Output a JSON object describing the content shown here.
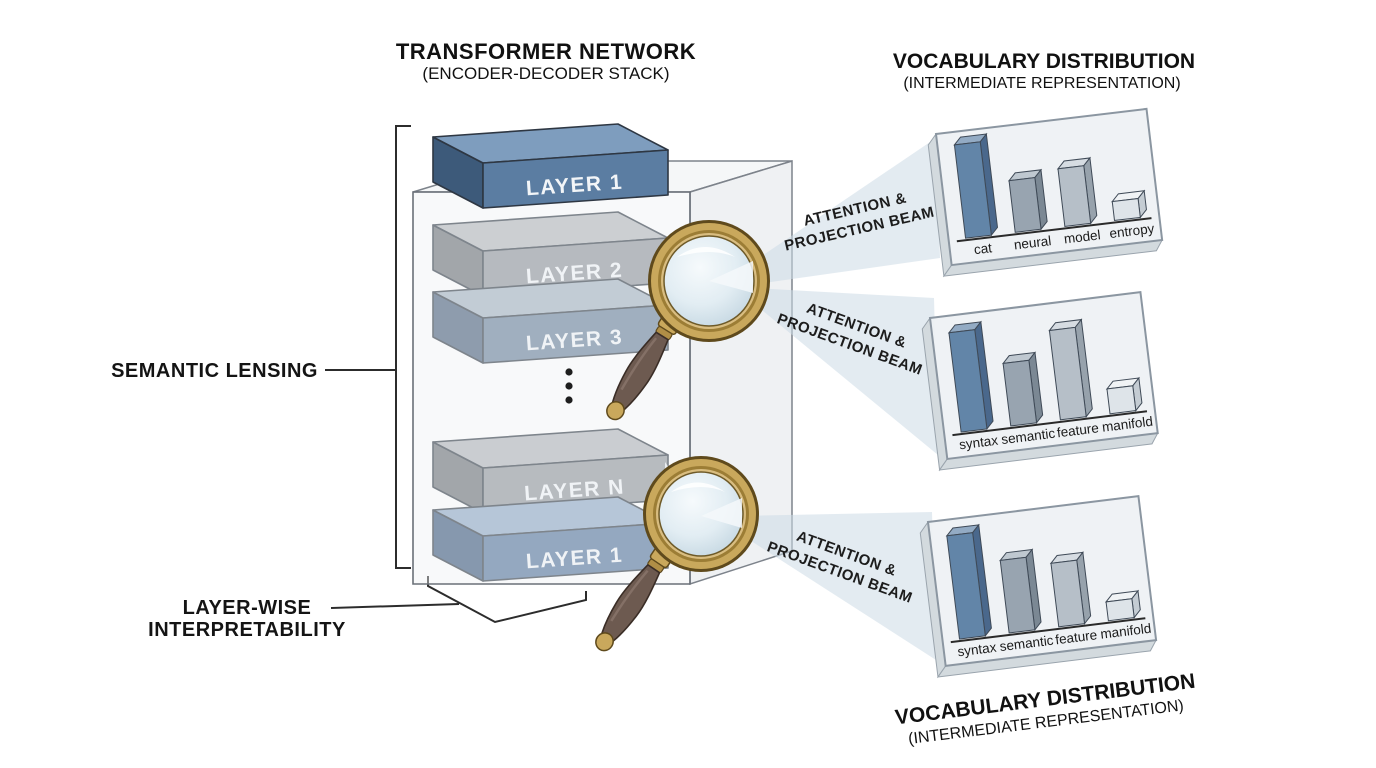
{
  "titles": {
    "stack_title": "TRANSFORMER NETWORK",
    "stack_subtitle": "(ENCODER-DECODER STACK)",
    "vocab_top_title": "VOCABULARY DISTRIBUTION",
    "vocab_top_subtitle": "(INTERMEDIATE REPRESENTATION)",
    "vocab_bottom_title": "VOCABULARY DISTRIBUTION",
    "vocab_bottom_subtitle": "(INTERMEDIATE REPRESENTATION)"
  },
  "labels": {
    "semantic_lensing": "SEMANTIC LENSING",
    "layer_wise_1": "LAYER-WISE",
    "layer_wise_2": "INTERPRETABILITY",
    "beam_line_1": "ATTENTION &",
    "beam_line_2": "PROJECTION BEAM"
  },
  "stack": {
    "layers": [
      "LAYER 1",
      "LAYER 2",
      "LAYER 3",
      "LAYER N",
      "LAYER 1"
    ]
  },
  "chart_data": [
    {
      "type": "bar",
      "categories": [
        "cat",
        "neural",
        "model",
        "entropy"
      ],
      "values": [
        0.98,
        0.54,
        0.6,
        0.2
      ],
      "title": "VOCABULARY DISTRIBUTION (INTERMEDIATE REPRESENTATION)",
      "xlabel": "",
      "ylabel": "",
      "ylim": [
        0,
        1
      ],
      "grid": false,
      "legend": "none"
    },
    {
      "type": "bar",
      "categories": [
        "syntax",
        "semantic",
        "feature",
        "manifold"
      ],
      "values": [
        1.0,
        0.63,
        0.9,
        0.25
      ],
      "title": "VOCABULARY DISTRIBUTION (INTERMEDIATE REPRESENTATION)",
      "xlabel": "",
      "ylabel": "",
      "ylim": [
        0,
        1
      ],
      "grid": false,
      "legend": "none"
    },
    {
      "type": "bar",
      "categories": [
        "syntax",
        "semantic",
        "feature",
        "manifold"
      ],
      "values": [
        1.0,
        0.7,
        0.62,
        0.18
      ],
      "title": "VOCABULARY DISTRIBUTION (INTERMEDIATE REPRESENTATION)",
      "xlabel": "",
      "ylabel": "",
      "ylim": [
        0,
        1
      ],
      "grid": false,
      "legend": "none"
    }
  ],
  "colors": {
    "layer_blue_front": "#5b7da2",
    "layer_blue_top": "#8aa6c4",
    "layer_gray_front": "#8e9399",
    "layer_gray_top": "#b3b7bb",
    "layer_slate_front": "#68809a",
    "gold": "#c9a85c",
    "wood": "#6d5a50",
    "beam_fill": "#ccdae5",
    "panel_fill": "#eef1f4",
    "bar_palette": [
      {
        "front": "#6285a8",
        "top": "#93abc4",
        "side": "#4a688c"
      },
      {
        "front": "#98a4b0",
        "top": "#bfc8d0",
        "side": "#7b8894"
      },
      {
        "front": "#b6bfc8",
        "top": "#d6dce2",
        "side": "#97a2ac"
      },
      {
        "front": "#dee4e9",
        "top": "#f0f3f5",
        "side": "#c4ccd3"
      }
    ]
  }
}
